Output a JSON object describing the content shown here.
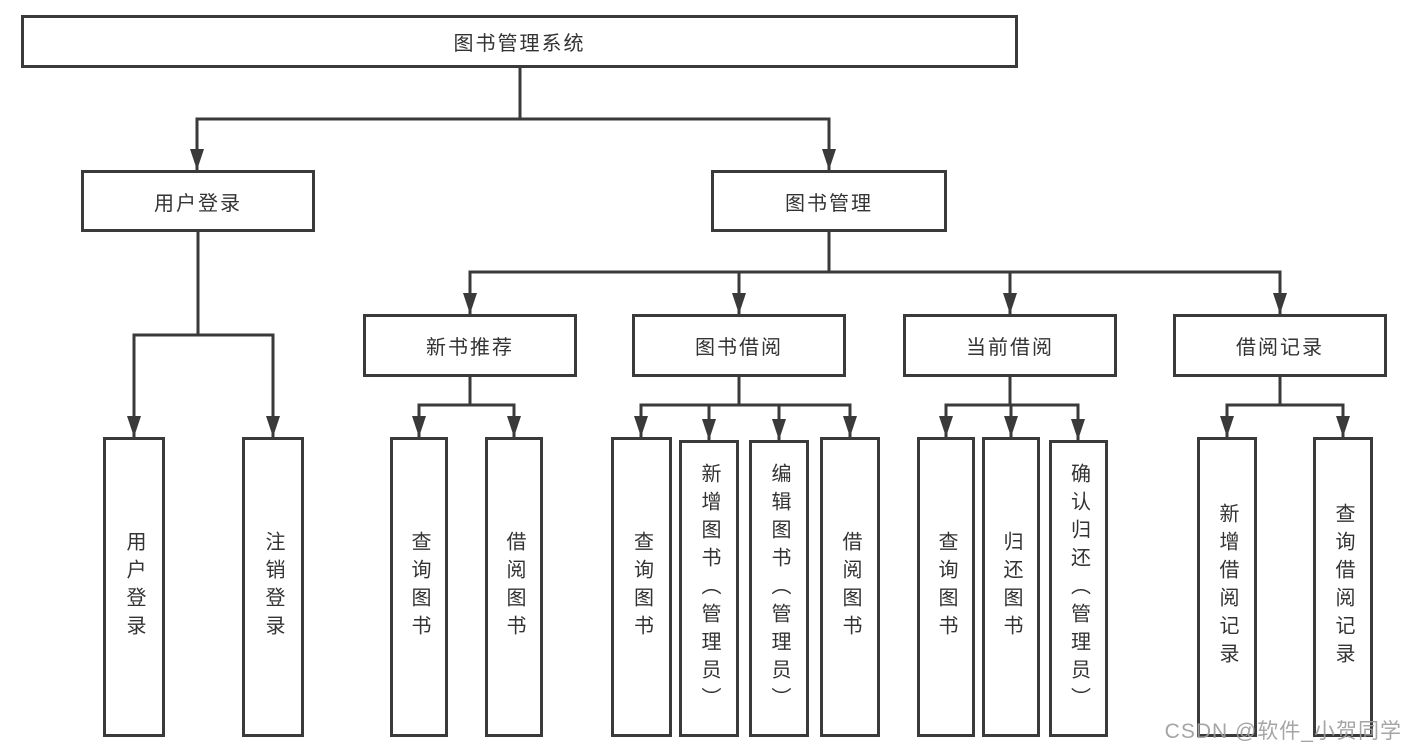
{
  "diagram_title": "图书管理系统",
  "tree": {
    "label": "图书管理系统",
    "children": [
      {
        "label": "用户登录",
        "children": [
          {
            "label": "用户登录"
          },
          {
            "label": "注销登录"
          }
        ]
      },
      {
        "label": "图书管理",
        "children": [
          {
            "label": "新书推荐",
            "children": [
              {
                "label": "查询图书"
              },
              {
                "label": "借阅图书"
              }
            ]
          },
          {
            "label": "图书借阅",
            "children": [
              {
                "label": "查询图书"
              },
              {
                "label": "新增图书（管理员）"
              },
              {
                "label": "编辑图书（管理员）"
              },
              {
                "label": "借阅图书"
              }
            ]
          },
          {
            "label": "当前借阅",
            "children": [
              {
                "label": "查询图书"
              },
              {
                "label": "归还图书"
              },
              {
                "label": "确认归还（管理员）"
              }
            ]
          },
          {
            "label": "借阅记录",
            "children": [
              {
                "label": "新增借阅记录"
              },
              {
                "label": "查询借阅记录"
              }
            ]
          }
        ]
      }
    ]
  },
  "watermark": {
    "text": "CSDN @软件_小贺同学"
  },
  "colors": {
    "line": "#3a3a3a",
    "text": "#333333",
    "box-bg": "#ffffff",
    "watermark": "#9e9e9e"
  }
}
